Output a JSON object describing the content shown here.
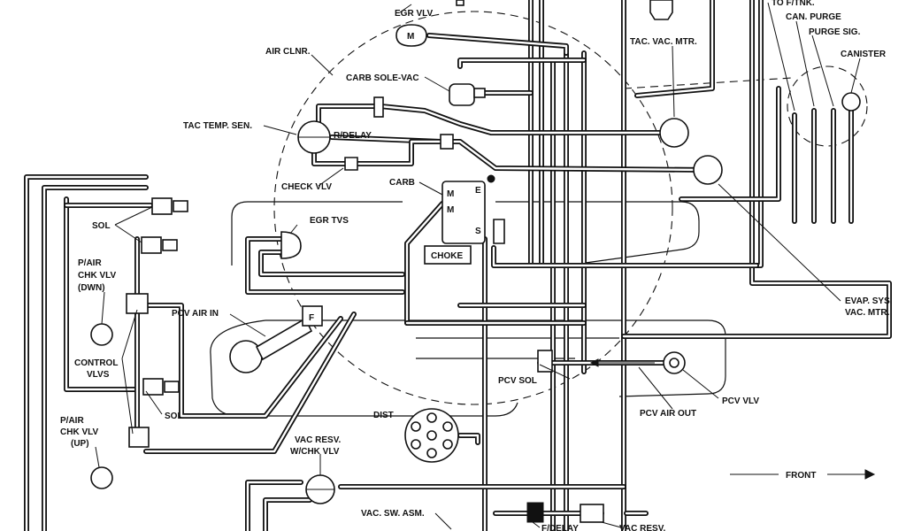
{
  "labels": {
    "egr_vlv": "EGR VLV",
    "to_f_tnk": "TO F/TNK.",
    "can_purge": "CAN. PURGE",
    "purge_sig": "PURGE SIG.",
    "canister": "CANISTER",
    "air_clnr": "AIR CLNR.",
    "tac_vac_mtr": "TAC. VAC. MTR.",
    "carb_sole_vac": "CARB SOLE-VAC",
    "tac_temp_sen": "TAC TEMP. SEN.",
    "r_delay": "R/DELAY",
    "check_vlv": "CHECK VLV",
    "carb": "CARB",
    "egr_tvs": "EGR TVS",
    "sol_top": "SOL",
    "choke": "CHOKE",
    "p_air_chk_dwn_1": "P/AIR",
    "p_air_chk_dwn_2": "CHK VLV",
    "p_air_chk_dwn_3": "(DWN)",
    "pcv_air_in": "PCV AIR IN",
    "evap_1": "EVAP. SYS.",
    "evap_2": "VAC. MTR.",
    "control_vlvs_1": "CONTROL",
    "control_vlvs_2": "VLVS",
    "pcv_sol": "PCV SOL",
    "pcv_vlv": "PCV VLV",
    "sol_bottom": "SOL",
    "pcv_air_out": "PCV AIR OUT",
    "p_air_chk_up_1": "P/AIR",
    "p_air_chk_up_2": "CHK VLV",
    "p_air_chk_up_3": "(UP)",
    "dist": "DIST",
    "vac_resv_chk_1": "VAC RESV.",
    "vac_resv_chk_2": "W/CHK VLV",
    "front": "FRONT",
    "vac_sw_asm": "VAC. SW. ASM.",
    "f_delay": "F/DELAY",
    "vac_resv": "VAC RESV.",
    "carb_m1": "M",
    "carb_m2": "M",
    "carb_e": "E",
    "carb_s": "S",
    "egr_m": "M",
    "pcv_f": "F"
  }
}
